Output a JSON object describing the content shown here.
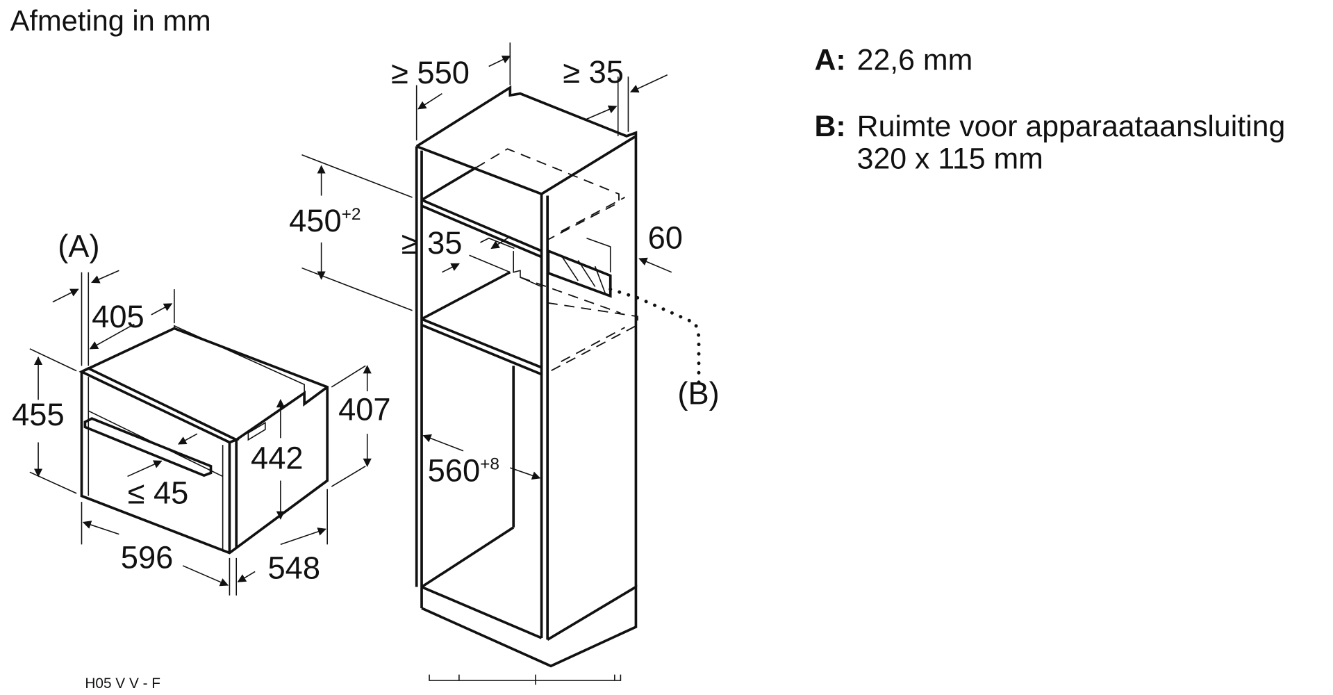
{
  "title": "Afmeting in mm",
  "legend": {
    "a_key": "A:",
    "a_text": "22,6 mm",
    "b_key": "B:",
    "b_text_line1": "Ruimte voor apparaataansluiting",
    "b_text_line2": "320 x 115 mm"
  },
  "oven": {
    "label_a": "(A)",
    "depth_panel": "405",
    "height_front": "455",
    "height_body": "407",
    "height_inner": "442",
    "handle": "≤ 45",
    "width": "596",
    "depth": "548"
  },
  "cabinet": {
    "depth": "≥ 550",
    "rear_gap": "≥ 35",
    "niche_height": "450",
    "niche_height_tol": "+2",
    "shelf_gap": "≥ 35",
    "vent": "60",
    "niche_width": "560",
    "niche_width_tol": "+8",
    "label_b": "(B)"
  },
  "cable_label": "H05 V V - F"
}
